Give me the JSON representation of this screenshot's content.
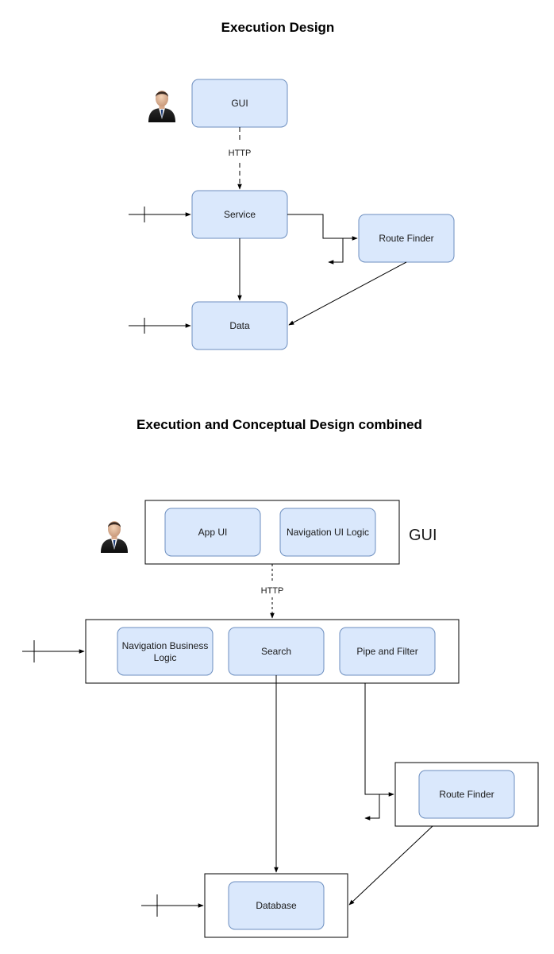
{
  "section1": {
    "title": "Execution Design",
    "nodes": {
      "gui": "GUI",
      "service": "Service",
      "route_finder": "Route Finder",
      "data": "Data"
    },
    "edge_label_http": "HTTP"
  },
  "section2": {
    "title": "Execution and Conceptual Design combined",
    "gui_group_label": "GUI",
    "nodes": {
      "app_ui": "App UI",
      "navigation_ui_logic": "Navigation UI Logic",
      "navigation_business_logic_line1": "Navigation Business",
      "navigation_business_logic_line2": "Logic",
      "search": "Search",
      "pipe_and_filter": "Pipe and Filter",
      "route_finder": "Route Finder",
      "database": "Database"
    },
    "edge_label_http": "HTTP"
  },
  "colors": {
    "node_fill": "#dae8fc",
    "node_stroke": "#6c8ebf",
    "line": "#000000"
  },
  "icons": [
    "user-actor-icon"
  ]
}
